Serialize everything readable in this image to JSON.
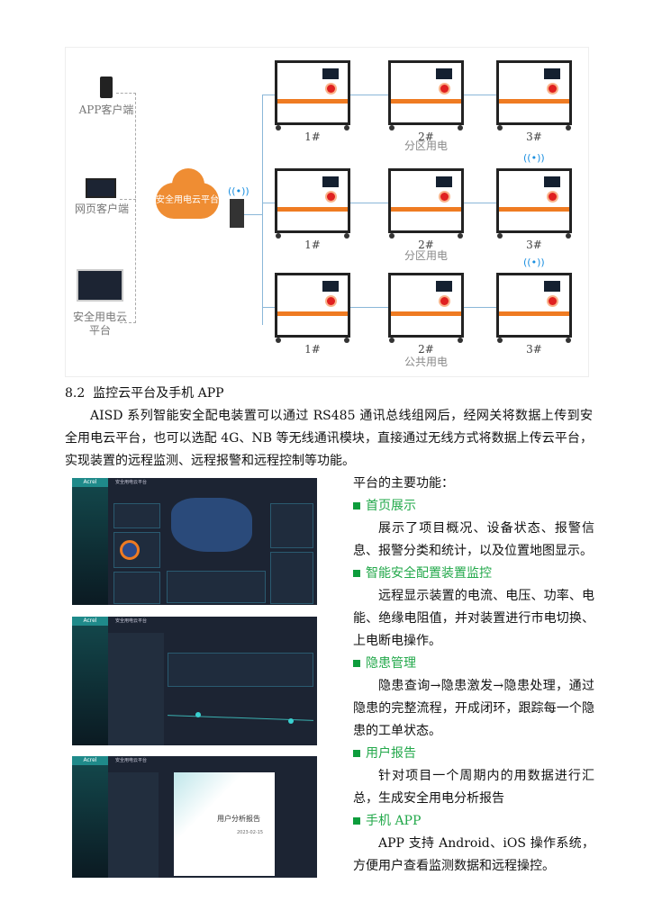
{
  "diagram": {
    "clients": [
      "APP客户端",
      "网页客户端",
      "安全用电云平台"
    ],
    "cloud_label": "安全用电云平台",
    "rows": [
      {
        "group": "分区用电",
        "devices": [
          "1#",
          "2#",
          "3#"
        ],
        "wireless": [
          false,
          false,
          false
        ]
      },
      {
        "group": "分区用电",
        "devices": [
          "1#",
          "2#",
          "3#"
        ],
        "wireless": [
          false,
          false,
          true
        ]
      },
      {
        "group": "公共用电",
        "devices": [
          "1#",
          "2#",
          "3#"
        ],
        "wireless": [
          false,
          false,
          true
        ]
      }
    ]
  },
  "section": {
    "number": "8.2",
    "title": "监控云平台及手机 APP",
    "paragraph": "AISD 系列智能安全配电装置可以通过 RS485 通讯总线组网后，经网关将数据上传到安全用电云平台，也可以选配 4G、NB 等无线通讯模块，直接通过无线方式将数据上传云平台，实现装置的远程监测、远程报警和远程控制等功能。"
  },
  "screenshots": {
    "logo": "Acrel",
    "app_title": "安全用电云平台",
    "report_title": "用户分析报告",
    "report_date": "2023-02-15"
  },
  "features": {
    "intro": "平台的主要功能：",
    "items": [
      {
        "title": "首页展示",
        "desc": "展示了项目概况、设备状态、报警信息、报警分类和统计，以及位置地图显示。"
      },
      {
        "title": "智能安全配置装置监控",
        "desc": "远程显示装置的电流、电压、功率、电能、绝缘电阻值，并对装置进行市电切换、上电断电操作。"
      },
      {
        "title": "隐患管理",
        "desc": "隐患查询→隐患激发→隐患处理，通过隐患的完整流程，开成闭环，跟踪每一个隐患的工单状态。"
      },
      {
        "title": "用户报告",
        "desc": "针对项目一个周期内的用数据进行汇总，生成安全用电分析报告"
      },
      {
        "title": "手机 APP",
        "desc": "APP 支持 Android、iOS 操作系统，方便用户查看监测数据和远程操控。"
      }
    ]
  },
  "colors": {
    "accent": "#22a84a",
    "cloud": "#ef8d33"
  }
}
